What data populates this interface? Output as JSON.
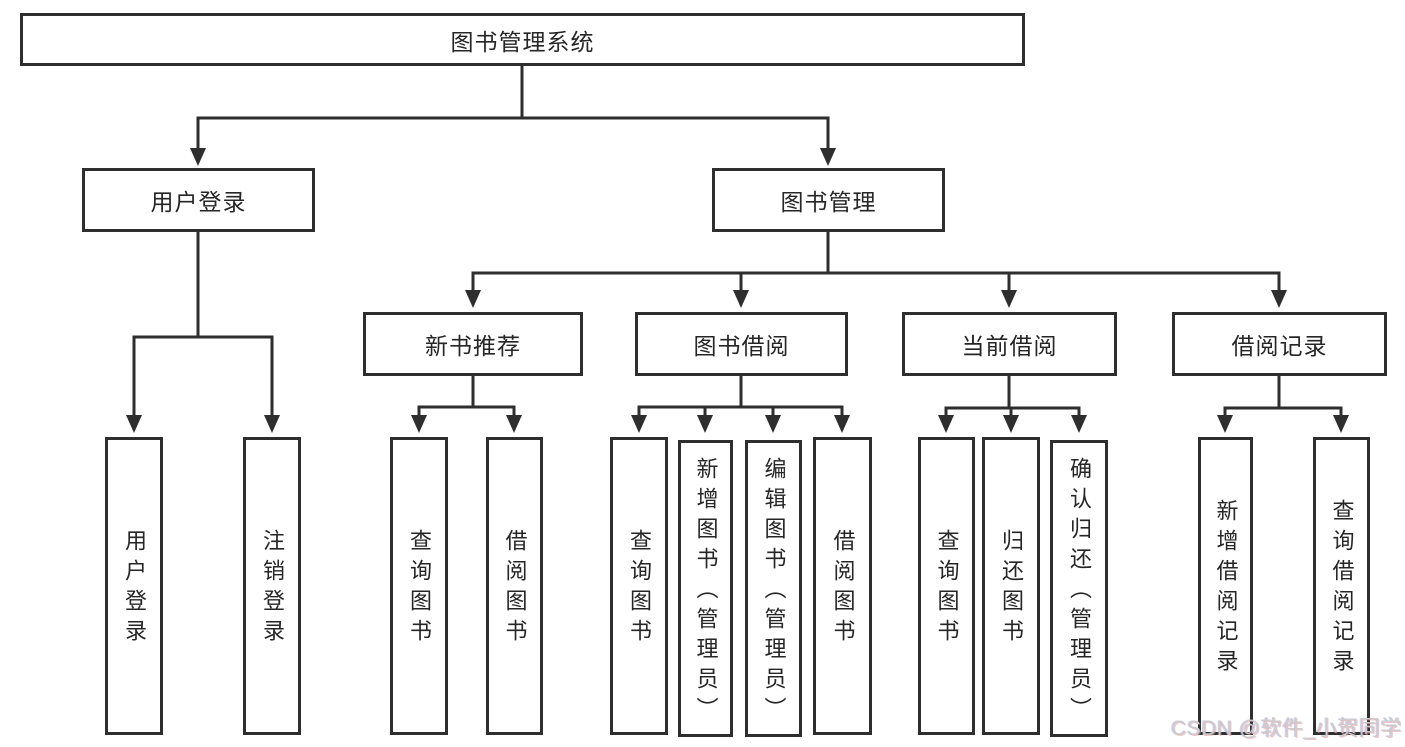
{
  "diagram": {
    "root": {
      "label": "图书管理系统"
    },
    "branches": [
      {
        "label": "用户登录",
        "children": [
          {
            "label": "用户登录"
          },
          {
            "label": "注销登录"
          }
        ]
      },
      {
        "label": "图书管理",
        "groups": [
          {
            "label": "新书推荐",
            "children": [
              {
                "label": "查询图书"
              },
              {
                "label": "借阅图书"
              }
            ]
          },
          {
            "label": "图书借阅",
            "children": [
              {
                "label": "查询图书"
              },
              {
                "label": "新增图书（管理员）"
              },
              {
                "label": "编辑图书（管理员）"
              },
              {
                "label": "借阅图书"
              }
            ]
          },
          {
            "label": "当前借阅",
            "children": [
              {
                "label": "查询图书"
              },
              {
                "label": "归还图书"
              },
              {
                "label": "确认归还（管理员）"
              }
            ]
          },
          {
            "label": "借阅记录",
            "children": [
              {
                "label": "新增借阅记录"
              },
              {
                "label": "查询借阅记录"
              }
            ]
          }
        ]
      }
    ]
  },
  "watermark": {
    "text": "CSDN @软件_小贺同学"
  },
  "colors": {
    "line": "#2e2e2e",
    "box_border": "#2e2e2e",
    "background": "#ffffff",
    "watermark": "#cbcbd0"
  }
}
